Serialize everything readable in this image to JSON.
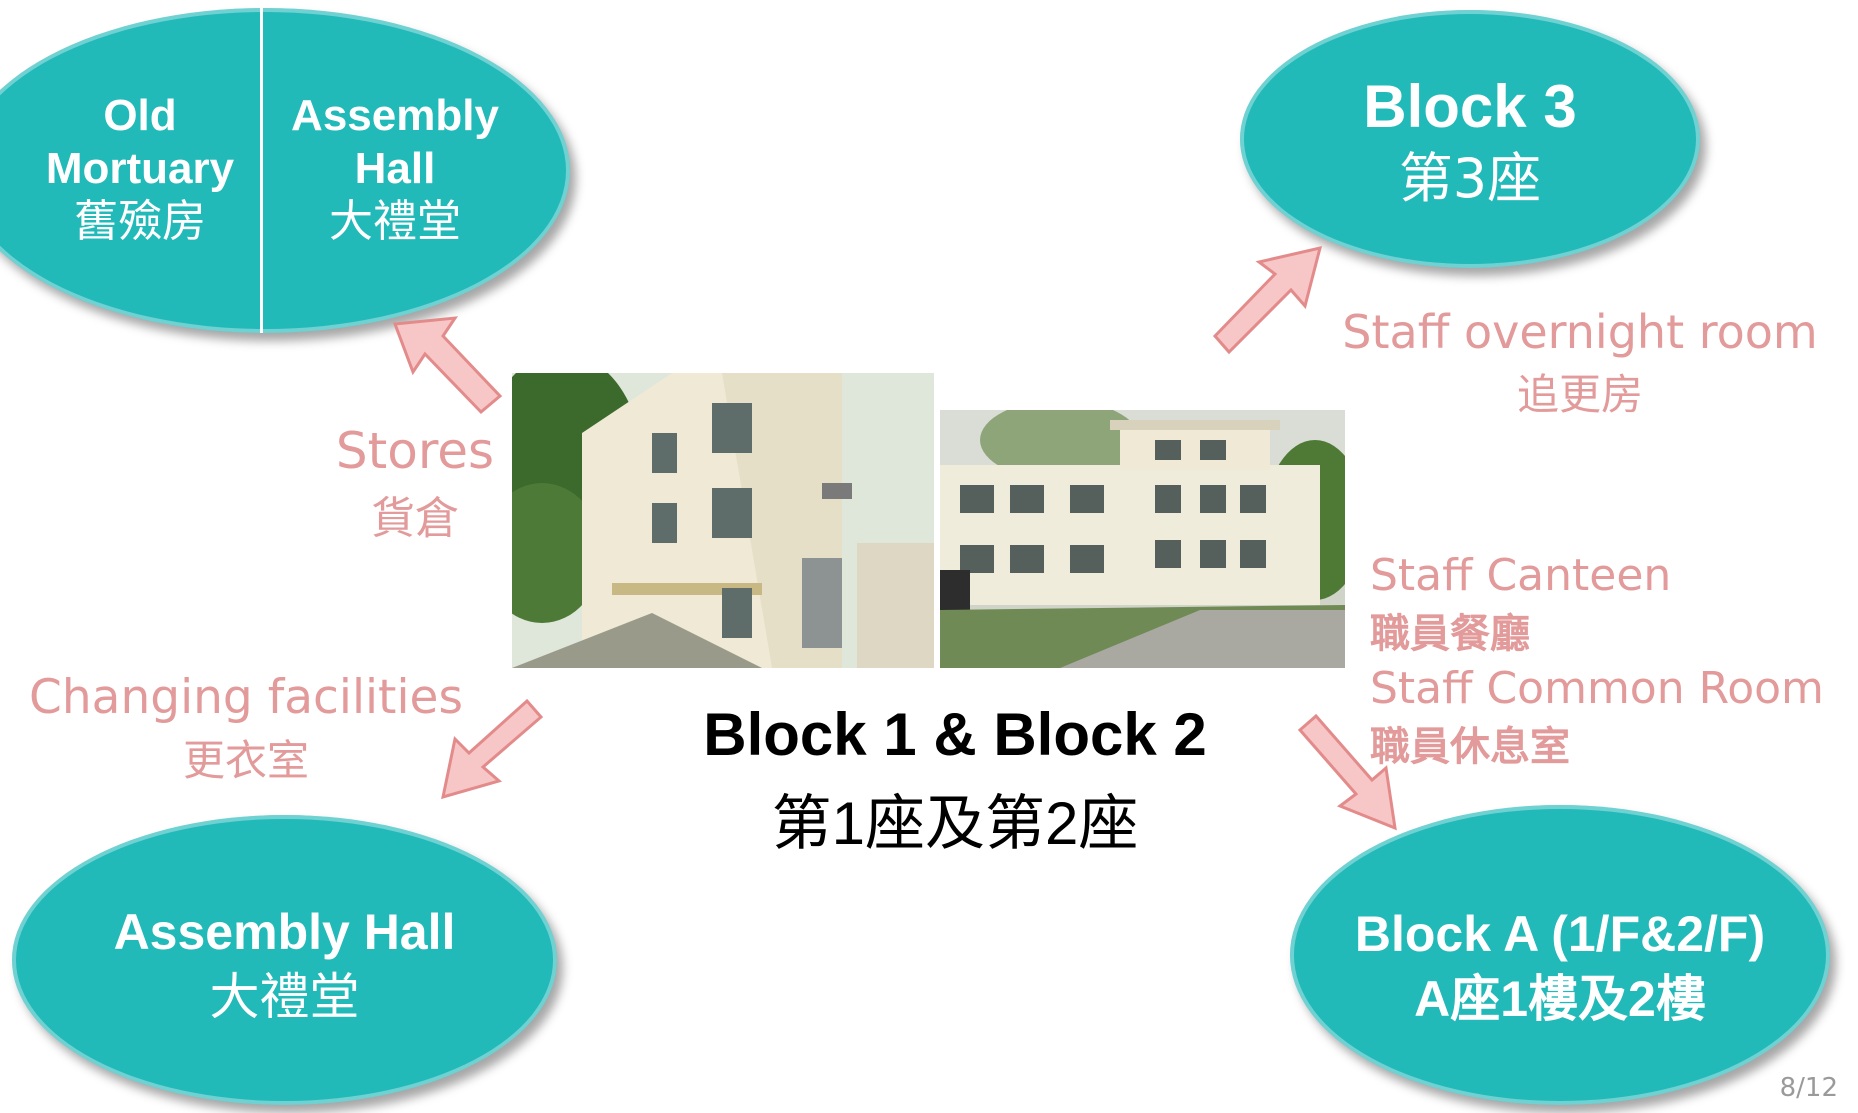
{
  "top_left": {
    "left_en": [
      "Old",
      "Mortuary"
    ],
    "left_zh": "舊殮房",
    "right_en": [
      "Assembly",
      "Hall"
    ],
    "right_zh": "大禮堂"
  },
  "top_right": {
    "en": "Block 3",
    "zh": "第3座"
  },
  "bottom_left": {
    "en": "Assembly Hall",
    "zh": "大禮堂"
  },
  "bottom_right": {
    "en": "Block A (1/F&2/F)",
    "zh": "A座1樓及2樓"
  },
  "labels": {
    "stores_en": "Stores",
    "stores_zh": "貨倉",
    "overnight_en": "Staff overnight room",
    "overnight_zh": "追更房",
    "changing_en": "Changing facilities",
    "changing_zh": "更衣室",
    "canteen_en": "Staff Canteen",
    "canteen_zh": "職員餐廳",
    "common_en": "Staff Common Room",
    "common_zh": "職員休息室"
  },
  "center": {
    "en": "Block 1 & Block 2",
    "zh": "第1座及第2座"
  },
  "page_number": "8/12",
  "colors": {
    "ellipse": "#22b9b9",
    "label": "#e29a9a",
    "arrow_fill": "#f7c6c6",
    "arrow_stroke": "#e38b8b"
  }
}
